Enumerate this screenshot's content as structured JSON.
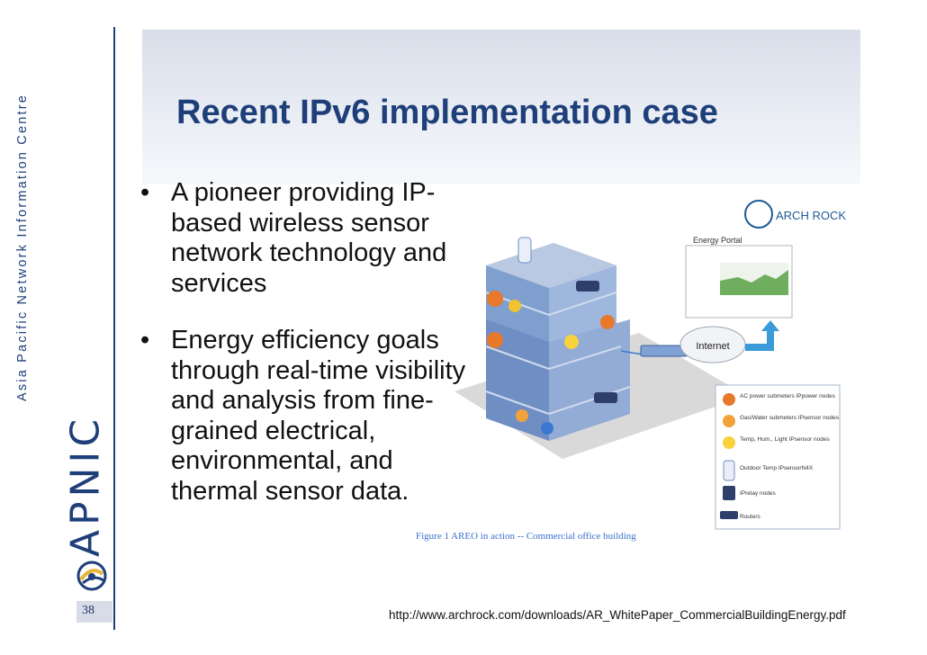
{
  "sidebar": {
    "org_name": "Asia Pacific Network Information Centre",
    "logo_text": "APNIC",
    "page_number": "38"
  },
  "slide": {
    "title": "Recent IPv6 implementation case",
    "bullets": [
      "A pioneer providing IP-based wireless sensor network technology and services",
      "Energy efficiency goals through real-time visibility and analysis from fine-grained electrical, environmental, and thermal sensor data."
    ]
  },
  "figure": {
    "brand": "ARCH ROCK",
    "portal_label": "Energy Portal",
    "cloud_label": "Internet",
    "legend": [
      {
        "icon": "lightning-icon",
        "label": "AC power submeters IPpower nodes"
      },
      {
        "icon": "flame-icon",
        "label": "Gas/Water submeters IPsensor nodes"
      },
      {
        "icon": "sun-icon",
        "label": "Temp, Hum., Light IPsensor nodes"
      },
      {
        "icon": "thermometer-icon",
        "label": "Outdoor Temp IPsensorN4X"
      },
      {
        "icon": "relay-icon",
        "label": "IPrelay nodes"
      },
      {
        "icon": "router-icon",
        "label": "Routers"
      }
    ],
    "caption": "Figure 1 AREO in action -- Commercial office building"
  },
  "footer": {
    "source_url": "http://www.archrock.com/downloads/AR_WhitePaper_CommercialBuildingEnergy.pdf"
  },
  "colors": {
    "brand_blue": "#1f3f7a",
    "title_band": "#d8dde9",
    "caption_blue": "#3c6fd0"
  }
}
